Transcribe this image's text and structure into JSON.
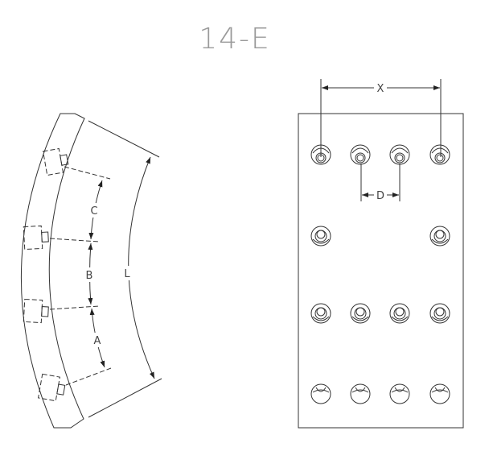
{
  "title": "14-E",
  "side_view": {
    "labels": {
      "a": "A",
      "b": "B",
      "c": "C",
      "l": "L"
    }
  },
  "plan_view": {
    "labels": {
      "x": "X",
      "d": "D"
    }
  }
}
